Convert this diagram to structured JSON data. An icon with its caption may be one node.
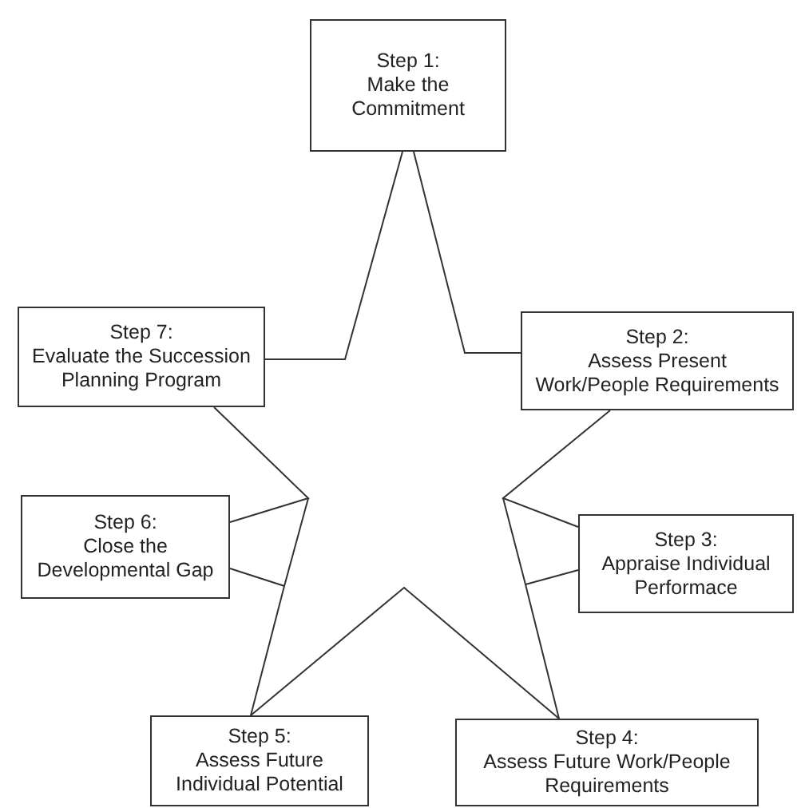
{
  "diagram": {
    "nodes": [
      {
        "text": [
          "Step 1:",
          "Make the Commitment"
        ]
      },
      {
        "text": [
          "Step 2:",
          "Assess Present Work/People Requirements"
        ]
      },
      {
        "text": [
          "Step 3:",
          "Appraise Individual Performace"
        ]
      },
      {
        "text": [
          "Step 4:",
          "Assess Future Work/People Requirements"
        ]
      },
      {
        "text": [
          "Step 5:",
          "Assess Future Individual Potential"
        ]
      },
      {
        "text": [
          "Step 6:",
          "Close the Developmental Gap"
        ]
      },
      {
        "text": [
          "Step 7:",
          "Evaluate the Succession Planning Program"
        ]
      }
    ],
    "edges": [
      {
        "from": 0,
        "to": 1,
        "arrow": "none"
      },
      {
        "from": 1,
        "to": 2,
        "arrow": "none"
      },
      {
        "from": 2,
        "to": 3,
        "arrow": "none"
      },
      {
        "from": 3,
        "to": 4,
        "arrow": "none"
      },
      {
        "from": 4,
        "to": 5,
        "arrow": "none"
      },
      {
        "from": 5,
        "to": 6,
        "arrow": "none"
      },
      {
        "from": 6,
        "to": 0,
        "arrow": "none"
      }
    ]
  }
}
